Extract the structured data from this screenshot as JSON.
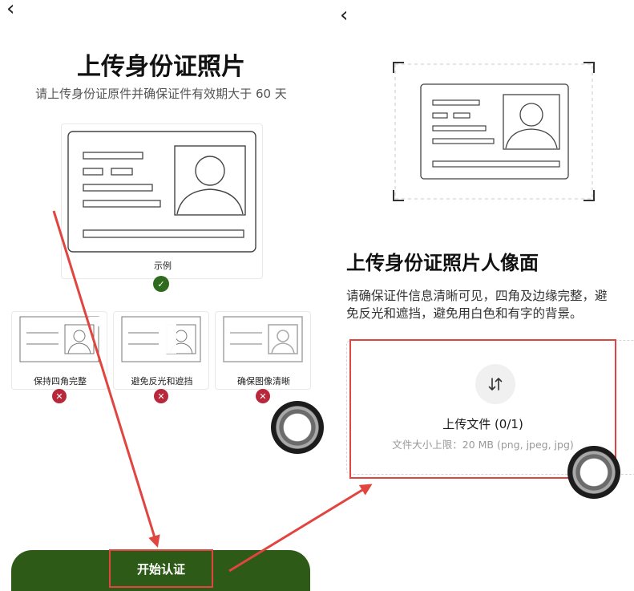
{
  "left_screen": {
    "back_glyph": "‹",
    "title": "上传身份证照片",
    "subtitle": "请上传身份证原件并确保证件有效期大于 60 天",
    "example_caption": "示例",
    "bad_examples": [
      {
        "caption": "保持四角完整"
      },
      {
        "caption": "避免反光和遮挡"
      },
      {
        "caption": "确保图像清晰"
      }
    ],
    "start_button_label": "开始认证"
  },
  "right_screen": {
    "back_glyph": "‹",
    "title": "上传身份证照片人像面",
    "description_line1": "请确保证件信息清晰可见，四角及边缘完整，避",
    "description_line2": "免反光和遮挡，避免用白色和有字的背景。",
    "upload_title": "上传文件 (0/1)",
    "upload_limit": "文件大小上限：20 MB (png, jpeg, jpg)",
    "upload_icon": "upload-swap-icon"
  },
  "colors": {
    "primary_green": "#2e5a17",
    "success_green": "#2f6b1f",
    "error_red": "#b8273a",
    "annotation_red": "#e0453f"
  }
}
